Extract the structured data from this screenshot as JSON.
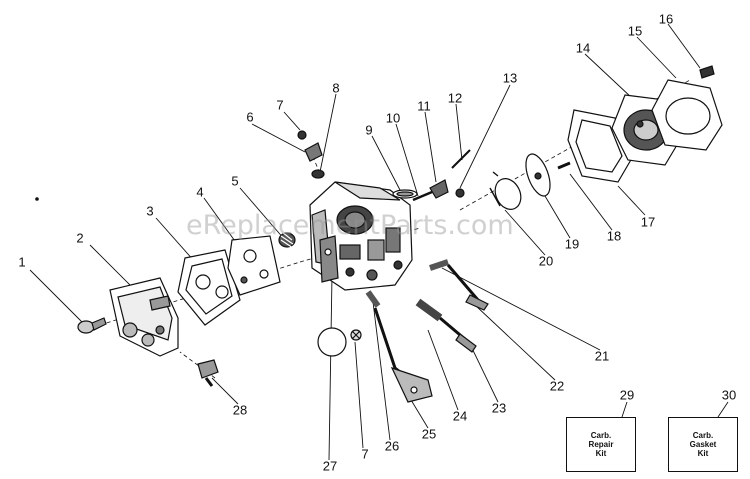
{
  "watermark": "eReplacementParts.com",
  "callouts": {
    "n1": "1",
    "n2": "2",
    "n3": "3",
    "n4": "4",
    "n5": "5",
    "n6": "6",
    "n7a": "7",
    "n7b": "7",
    "n8": "8",
    "n9": "9",
    "n10": "10",
    "n11": "11",
    "n12": "12",
    "n13": "13",
    "n14": "14",
    "n15": "15",
    "n16": "16",
    "n17": "17",
    "n18": "18",
    "n19": "19",
    "n20": "20",
    "n21": "21",
    "n22": "22",
    "n23": "23",
    "n24": "24",
    "n25": "25",
    "n26": "26",
    "n27": "27",
    "n28": "28",
    "n29": "29",
    "n30": "30"
  },
  "kits": {
    "repair": {
      "line1": "Carb.",
      "line2": "Repair",
      "line3": "Kit"
    },
    "gasket": {
      "line1": "Carb.",
      "line2": "Gasket",
      "line3": "Kit"
    }
  }
}
